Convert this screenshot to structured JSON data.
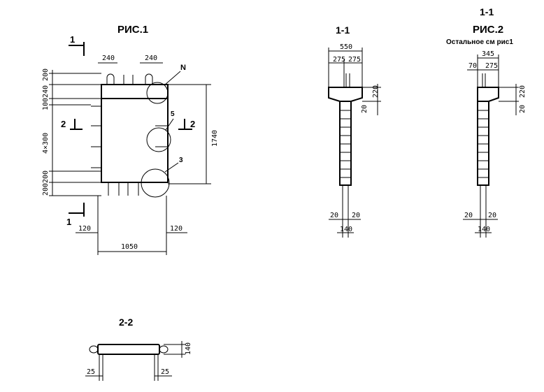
{
  "fig1": {
    "title": "РИС.1",
    "section_mark_1": "1",
    "section_mark_2": "2",
    "callout_n": "N",
    "callout_5": "5",
    "callout_3": "3",
    "dims_top": [
      "240",
      "240"
    ],
    "dims_left": [
      "200",
      "240",
      "100",
      "4×300",
      "200",
      "200"
    ],
    "dim_right": "1740",
    "dims_bottom": [
      "120",
      "120"
    ],
    "dim_width": "1050"
  },
  "section11a": {
    "title": "1-1",
    "dims_top": [
      "550",
      "275",
      "275"
    ],
    "dims_right": [
      "220",
      "20"
    ],
    "dims_bottom": [
      "20",
      "20",
      "140"
    ]
  },
  "section11b": {
    "title": "1-1",
    "subtitle": "РИС.2",
    "note": "Остальное см рис1",
    "dims_top": [
      "345",
      "70",
      "275"
    ],
    "dims_right": [
      "220",
      "20"
    ],
    "dims_bottom": [
      "20",
      "20",
      "140"
    ]
  },
  "section22": {
    "title": "2-2",
    "dims": [
      "25",
      "25",
      "140"
    ]
  }
}
